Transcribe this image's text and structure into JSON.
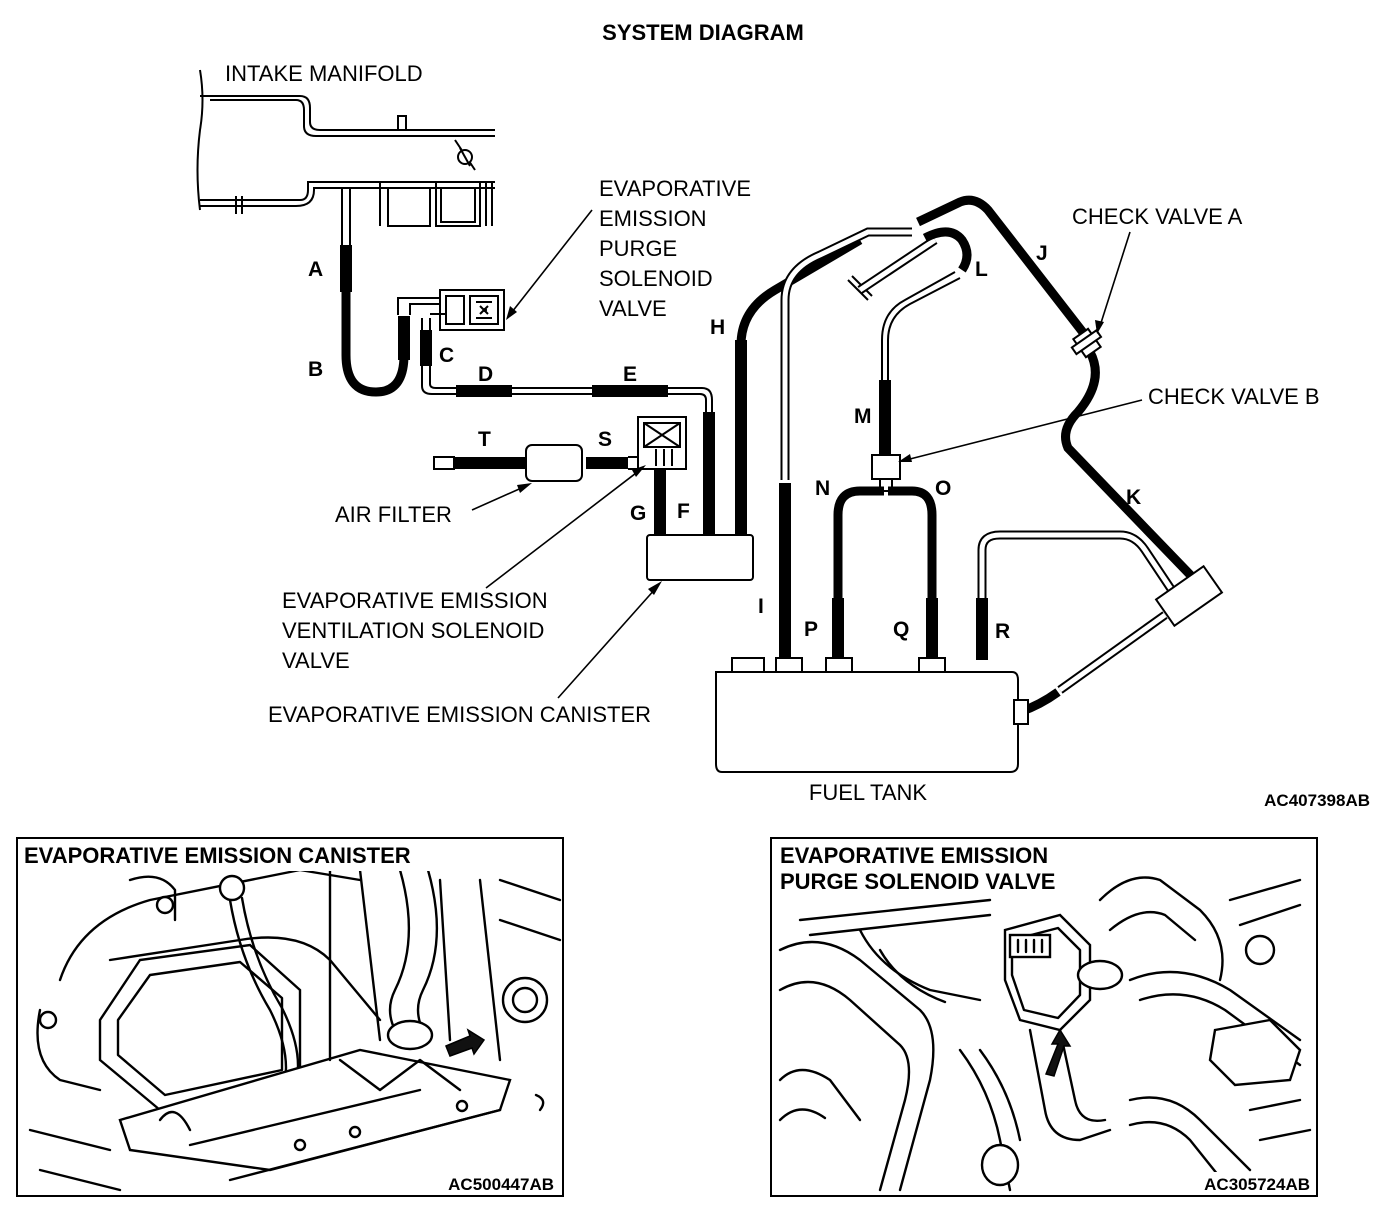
{
  "diagram": {
    "title": "SYSTEM DIAGRAM",
    "code": "AC407398AB",
    "components": {
      "intake_manifold": "INTAKE MANIFOLD",
      "purge_solenoid_valve": [
        "EVAPORATIVE",
        "EMISSION",
        "PURGE",
        "SOLENOID",
        "VALVE"
      ],
      "check_valve_a": "CHECK VALVE A",
      "check_valve_b": "CHECK VALVE B",
      "air_filter": "AIR FILTER",
      "ventilation_solenoid_valve": [
        "EVAPORATIVE EMISSION",
        "VENTILATION SOLENOID",
        "VALVE"
      ],
      "canister": "EVAPORATIVE EMISSION CANISTER",
      "fuel_tank": "FUEL TANK"
    },
    "hoses": [
      "A",
      "B",
      "C",
      "D",
      "E",
      "F",
      "G",
      "H",
      "I",
      "J",
      "K",
      "L",
      "M",
      "N",
      "O",
      "P",
      "Q",
      "R",
      "S",
      "T"
    ]
  },
  "panels": {
    "canister_photo": {
      "title": "EVAPORATIVE EMISSION CANISTER",
      "code": "AC500447AB"
    },
    "purge_valve_photo": {
      "title": [
        "EVAPORATIVE EMISSION",
        "PURGE SOLENOID VALVE"
      ],
      "code": "AC305724AB"
    }
  }
}
